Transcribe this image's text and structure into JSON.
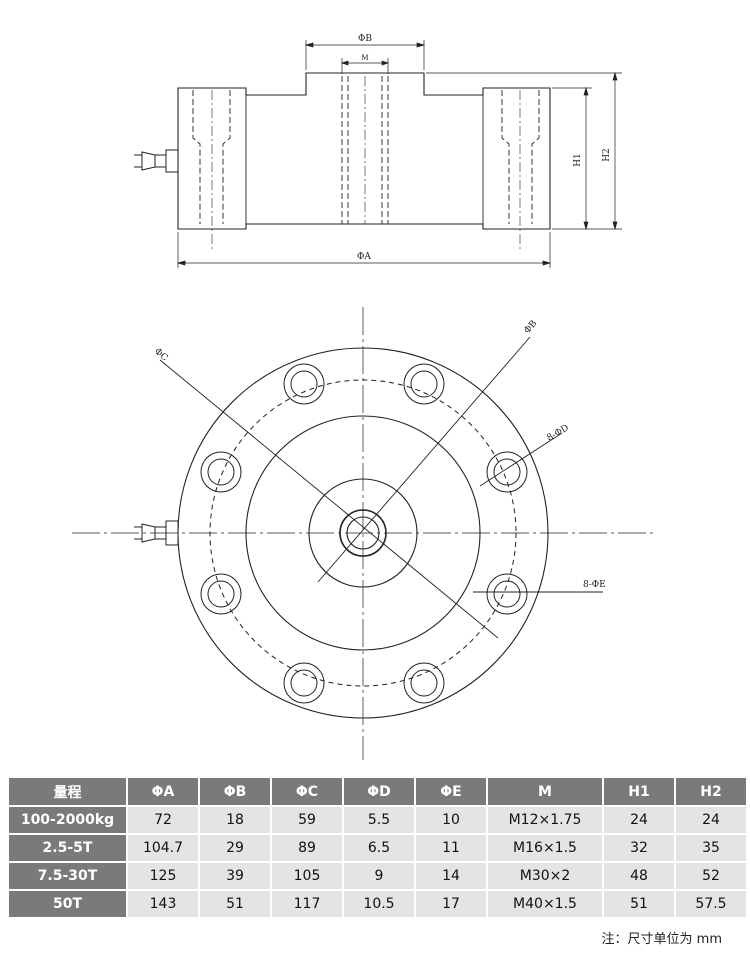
{
  "side_view": {
    "dim_phi_b": "ΦB",
    "dim_m": "M",
    "dim_phi_a": "ΦA",
    "dim_h1": "H1",
    "dim_h2": "H2"
  },
  "top_view": {
    "label_phi_b": "ΦB",
    "label_phi_c": "ΦC",
    "label_phi_d": "8-ΦD",
    "label_phi_e": "8-ΦE"
  },
  "table": {
    "headers": [
      "量程",
      "ΦA",
      "ΦB",
      "ΦC",
      "ΦD",
      "ΦE",
      "M",
      "H1",
      "H2"
    ],
    "rows": [
      [
        "100-2000kg",
        "72",
        "18",
        "59",
        "5.5",
        "10",
        "M12×1.75",
        "24",
        "24"
      ],
      [
        "2.5-5T",
        "104.7",
        "29",
        "89",
        "6.5",
        "11",
        "M16×1.5",
        "32",
        "35"
      ],
      [
        "7.5-30T",
        "125",
        "39",
        "105",
        "9",
        "14",
        "M30×2",
        "48",
        "52"
      ],
      [
        "50T",
        "143",
        "51",
        "117",
        "10.5",
        "17",
        "M40×1.5",
        "51",
        "57.5"
      ]
    ]
  },
  "note": "注：尺寸单位为 mm"
}
